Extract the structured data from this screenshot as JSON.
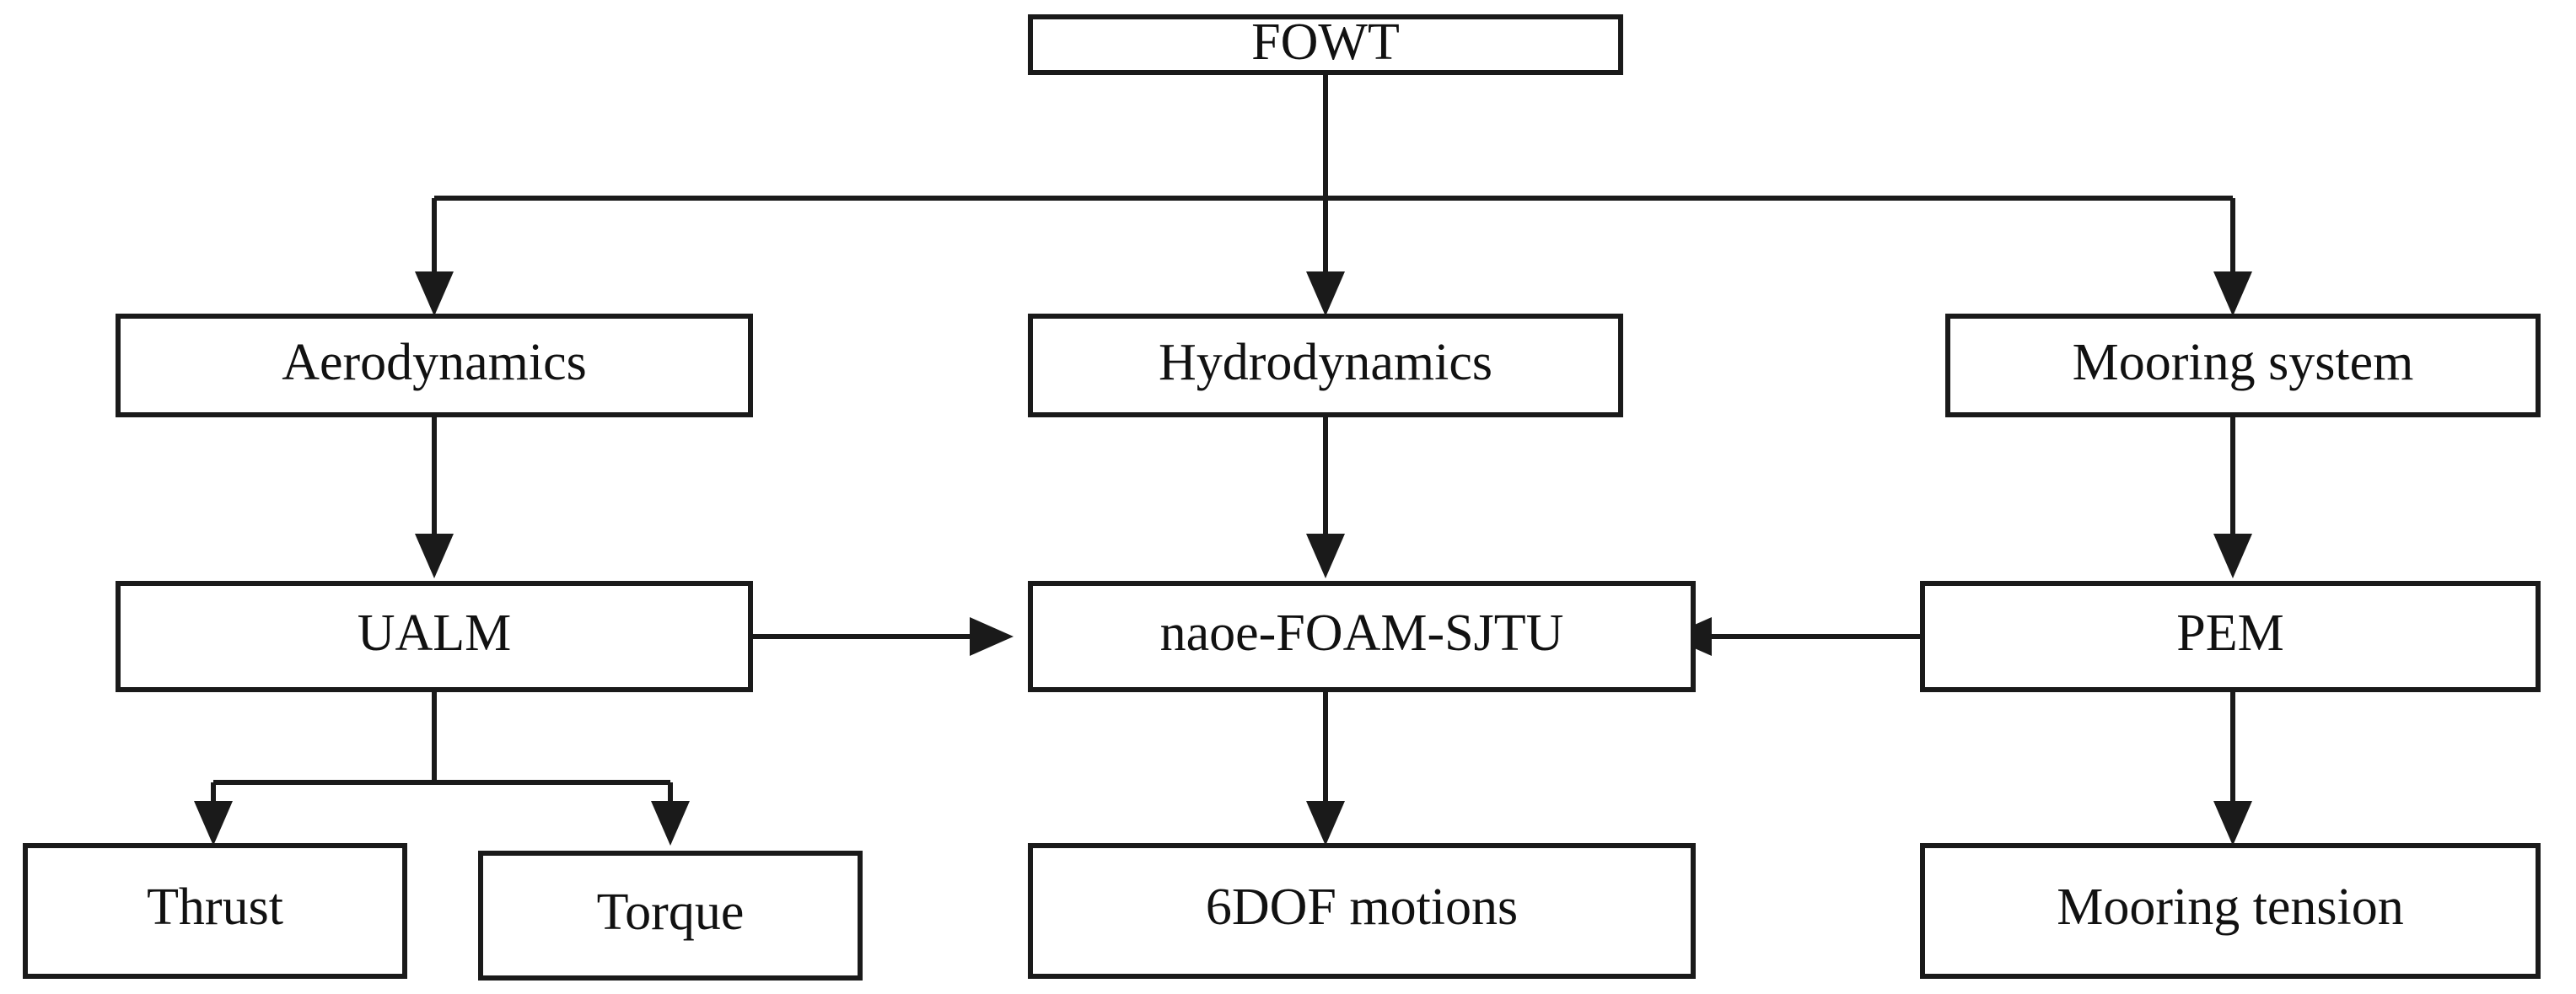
{
  "diagram": {
    "title": "FOWT coupled analysis framework flowchart",
    "type": "flowchart",
    "background_color": "#ffffff",
    "line_color": "#1a1a1a",
    "text_color": "#111111",
    "box_fill": "#ffffff",
    "nodes": [
      {
        "id": "fowt",
        "label": "FOWT",
        "row": 0,
        "column": "center"
      },
      {
        "id": "aero",
        "label": "Aerodynamics",
        "row": 1,
        "column": "left"
      },
      {
        "id": "hydro",
        "label": "Hydrodynamics",
        "row": 1,
        "column": "center"
      },
      {
        "id": "mooring",
        "label": "Mooring system",
        "row": 1,
        "column": "right"
      },
      {
        "id": "ualm",
        "label": "UALM",
        "row": 2,
        "column": "left"
      },
      {
        "id": "naoefoam",
        "label": "naoe-FOAM-SJTU",
        "row": 2,
        "column": "center"
      },
      {
        "id": "pem",
        "label": "PEM",
        "row": 2,
        "column": "right"
      },
      {
        "id": "thrust",
        "label": "Thrust",
        "row": 3,
        "column": "left-a"
      },
      {
        "id": "torque",
        "label": "Torque",
        "row": 3,
        "column": "left-b"
      },
      {
        "id": "sixdof",
        "label": "6DOF motions",
        "row": 3,
        "column": "center"
      },
      {
        "id": "mtension",
        "label": "Mooring tension",
        "row": 3,
        "column": "right"
      }
    ],
    "edges": [
      {
        "from": "fowt",
        "to": "aero",
        "style": "elbow",
        "arrow": "down"
      },
      {
        "from": "fowt",
        "to": "hydro",
        "style": "straight",
        "arrow": "down"
      },
      {
        "from": "fowt",
        "to": "mooring",
        "style": "elbow",
        "arrow": "down"
      },
      {
        "from": "aero",
        "to": "ualm",
        "style": "straight",
        "arrow": "down"
      },
      {
        "from": "hydro",
        "to": "naoefoam",
        "style": "straight",
        "arrow": "down"
      },
      {
        "from": "mooring",
        "to": "pem",
        "style": "straight",
        "arrow": "down"
      },
      {
        "from": "ualm",
        "to": "naoefoam",
        "style": "horizontal",
        "arrow": "right"
      },
      {
        "from": "pem",
        "to": "naoefoam",
        "style": "horizontal",
        "arrow": "left"
      },
      {
        "from": "ualm",
        "to": "thrust",
        "style": "elbow",
        "arrow": "down"
      },
      {
        "from": "ualm",
        "to": "torque",
        "style": "elbow",
        "arrow": "down"
      },
      {
        "from": "naoefoam",
        "to": "sixdof",
        "style": "straight",
        "arrow": "down"
      },
      {
        "from": "pem",
        "to": "mtension",
        "style": "straight",
        "arrow": "down"
      }
    ]
  }
}
